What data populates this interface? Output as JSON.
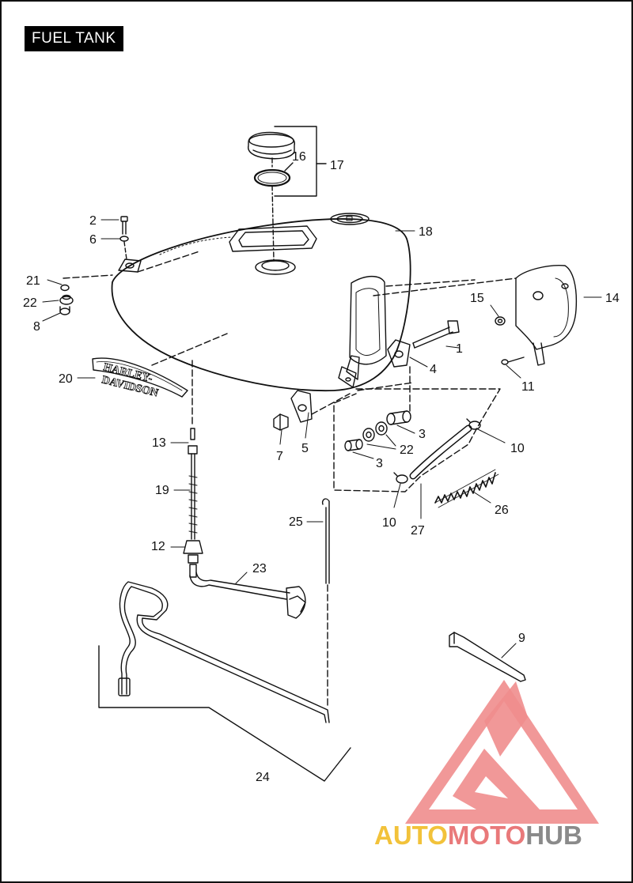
{
  "title": "FUEL TANK",
  "callouts": {
    "c1": "1",
    "c2": "2",
    "c3a": "3",
    "c3b": "3",
    "c4": "4",
    "c5": "5",
    "c6": "6",
    "c7": "7",
    "c8": "8",
    "c9": "9",
    "c10a": "10",
    "c10b": "10",
    "c11": "11",
    "c12": "12",
    "c13": "13",
    "c14": "14",
    "c15": "15",
    "c16": "16",
    "c17": "17",
    "c18": "18",
    "c19": "19",
    "c20": "20",
    "c21": "21",
    "c22a": "22",
    "c22b": "22",
    "c23": "23",
    "c24": "24",
    "c25": "25",
    "c26": "26",
    "c27": "27"
  },
  "emblem": {
    "line1": "HARLEY-",
    "line2": "DAVIDSON"
  },
  "watermark": {
    "part1": "AUTO",
    "part2": "MOTO",
    "part3": "HUB"
  },
  "colors": {
    "ink": "#111111",
    "watermark_red": "#e9797a",
    "watermark_yellow": "#f2c23a",
    "watermark_gray": "#8a8a8a"
  }
}
